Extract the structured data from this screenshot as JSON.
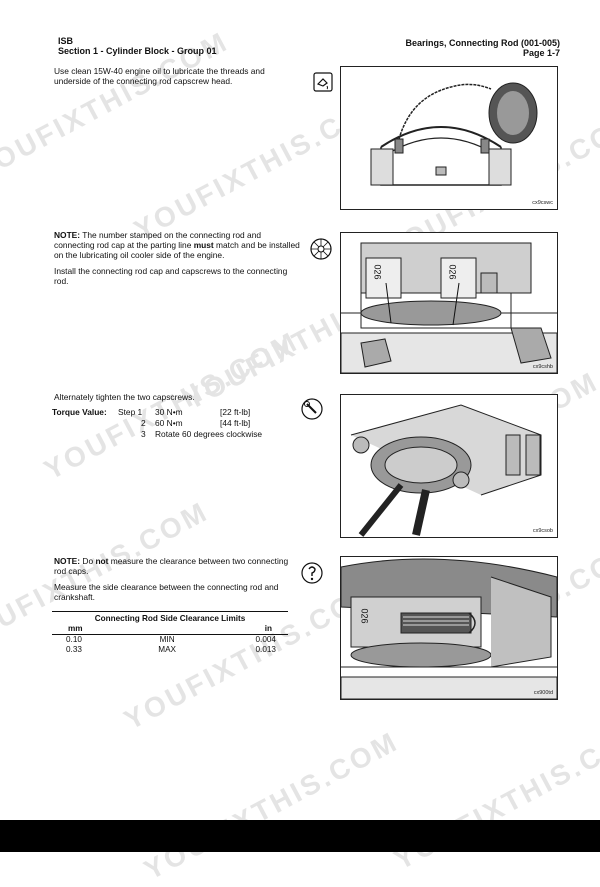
{
  "header": {
    "model": "ISB",
    "section": "Section 1 - Cylinder Block - Group 01",
    "topic": "Bearings, Connecting Rod (001-005)",
    "page": "Page 1-7"
  },
  "watermark": "YOUFIXTHIS.COM",
  "steps": [
    {
      "text": "Use clean 15W-40 engine oil to lubricate the threads and underside of the connecting rod capscrew head.",
      "figure_label": "cx9cswc"
    },
    {
      "note_prefix": "NOTE:",
      "note_a": " The number stamped on the connecting rod and connecting rod cap at the parting line ",
      "note_emph": "must",
      "note_b": " match and be installed on the lubricating oil cooler side of the engine.",
      "text": "Install the connecting rod cap and capscrews to the connecting rod.",
      "stamp": "026",
      "figure_label": "cx9cshb"
    },
    {
      "text": "Alternately tighten the two capscrews.",
      "figure_label": "cx9csob"
    },
    {
      "note_prefix": "NOTE:",
      "note_a": " Do ",
      "note_emph": "not",
      "note_b": " measure the clearance between two connecting rod caps.",
      "text": "Measure the side clearance between the connecting rod and crankshaft.",
      "stamp": "026",
      "figure_label": "cx900td"
    }
  ],
  "torque": {
    "label": "Torque Value:",
    "rows": [
      {
        "step": "Step 1",
        "metric": "30 N•m",
        "imperial": "[22 ft-lb]"
      },
      {
        "step": "2",
        "metric": "60 N•m",
        "imperial": "[44 ft-lb]"
      },
      {
        "step": "3",
        "metric": "Rotate 60 degrees clockwise",
        "imperial": ""
      }
    ]
  },
  "limits_table": {
    "title": "Connecting Rod Side Clearance Limits",
    "unit_mm": "mm",
    "unit_in": "in",
    "rows": [
      {
        "mm": "0.10",
        "label": "MIN",
        "in": "0.004"
      },
      {
        "mm": "0.33",
        "label": "MAX",
        "in": "0.013"
      }
    ]
  }
}
